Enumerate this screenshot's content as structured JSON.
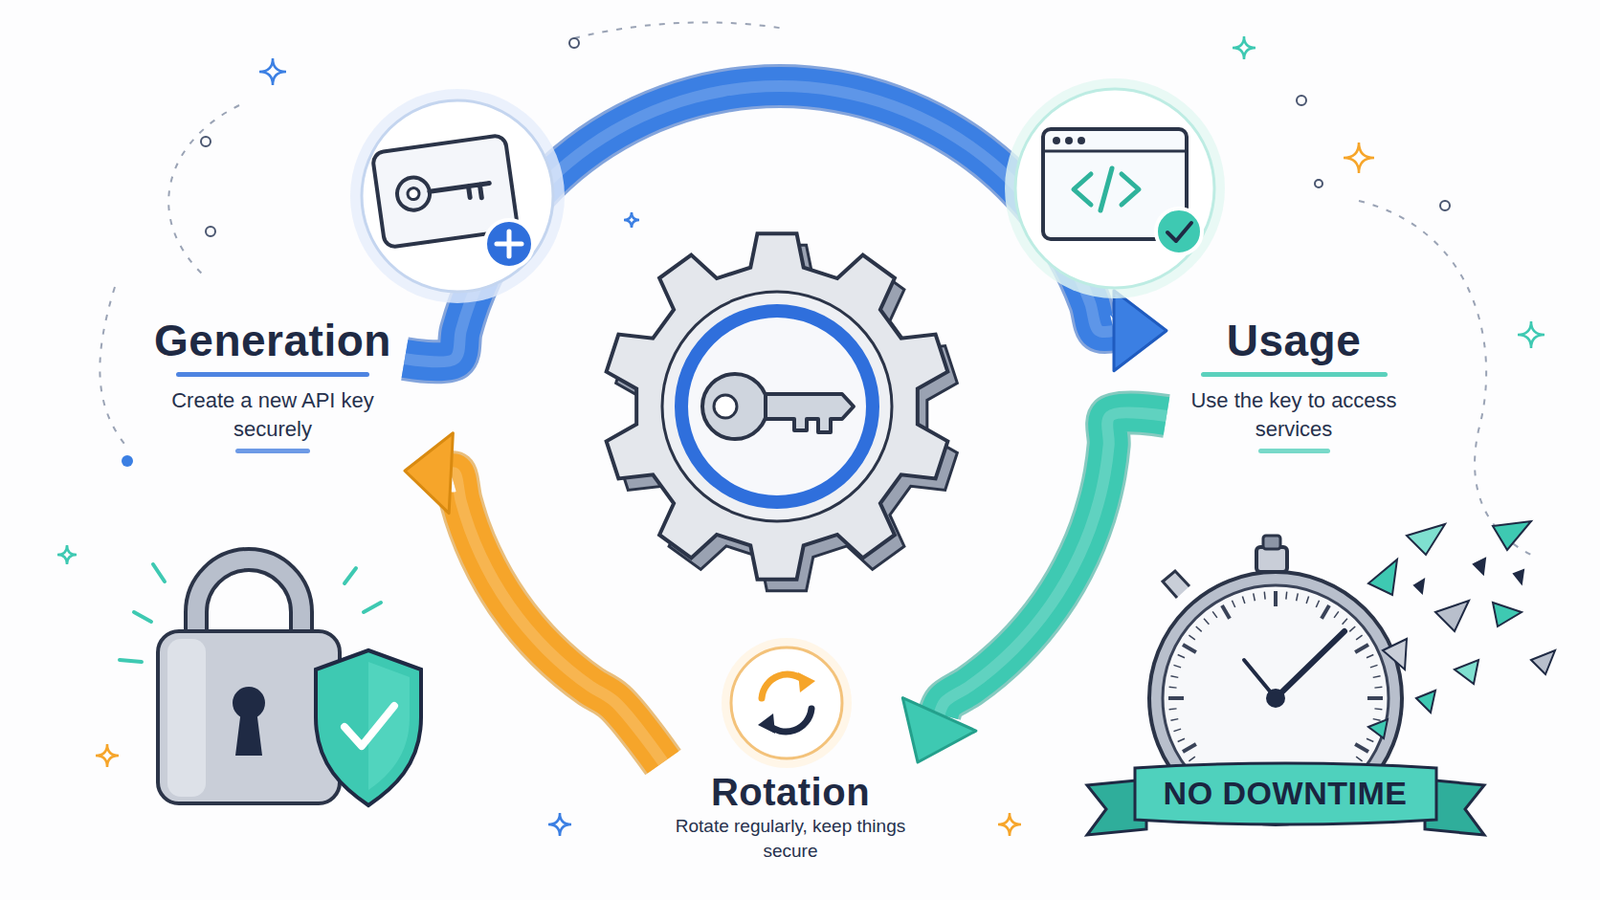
{
  "diagram": {
    "nodes": [
      {
        "text": [
          "Generation",
          "Create a new API key securely"
        ]
      },
      {
        "text": [
          "Usage",
          "Use the key to access services"
        ]
      },
      {
        "text": [
          "Rotation",
          "Rotate regularly, keep things secure"
        ]
      },
      {
        "text": [
          "NO DOWNTIME"
        ]
      }
    ],
    "edges": [
      {
        "from": 0,
        "to": 1,
        "arrow": "to"
      },
      {
        "from": 1,
        "to": 2,
        "arrow": "to"
      },
      {
        "from": 2,
        "to": 0,
        "arrow": "to"
      }
    ]
  }
}
